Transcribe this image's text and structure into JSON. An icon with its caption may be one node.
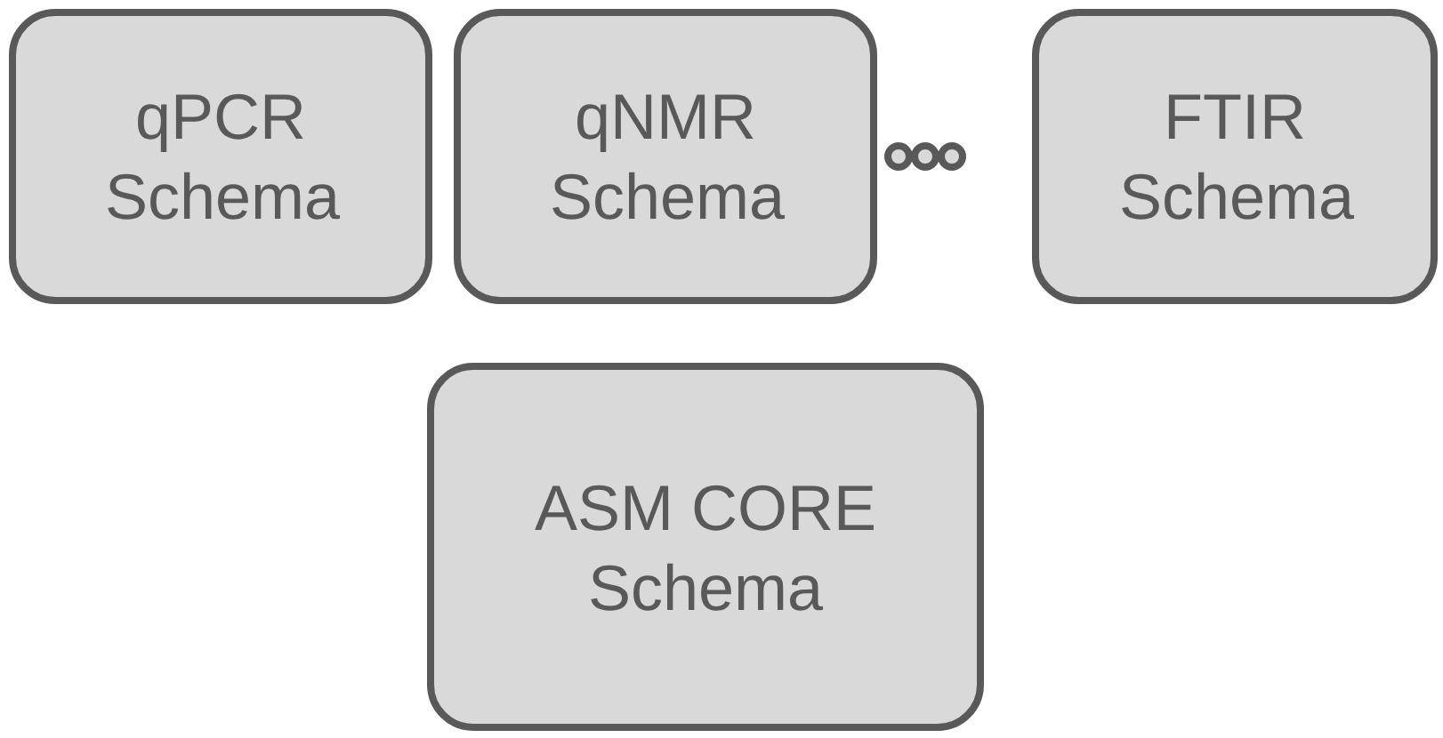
{
  "diagram": {
    "nodes": [
      {
        "text": [
          "qPCR Schema"
        ]
      },
      {
        "text": [
          "qNMR Schema"
        ]
      },
      {
        "text": [
          "FTIR Schema"
        ]
      },
      {
        "text": [
          "ASM CORE Schema"
        ]
      }
    ]
  }
}
